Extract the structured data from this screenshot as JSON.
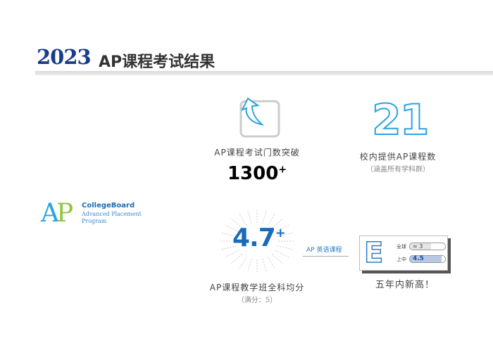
{
  "header": {
    "year": "2023",
    "title": "AP课程考试结果"
  },
  "logo": {
    "ap": "AP",
    "brand": "CollegeBoard",
    "line1": "Advanced Placement",
    "line2": "Program"
  },
  "stat_courses": {
    "value": "1300",
    "suffix": "+",
    "label": "AP课程考试门数突破"
  },
  "stat_offered": {
    "value": "21",
    "label": "校内提供AP课程数",
    "note": "（涵盖所有学科群）"
  },
  "stat_score": {
    "value": "4.7",
    "suffix": "+",
    "label": "AP课程教学班全科均分",
    "note": "（满分：5）"
  },
  "english": {
    "connector_label": "AP 英语课程",
    "letter": "E",
    "rows": [
      {
        "label": "全球",
        "value": "≈ 3",
        "fraction": 0.6
      },
      {
        "label": "上中",
        "value": "4.5",
        "fraction": 0.9
      }
    ],
    "caption": "五年内新高！"
  }
}
